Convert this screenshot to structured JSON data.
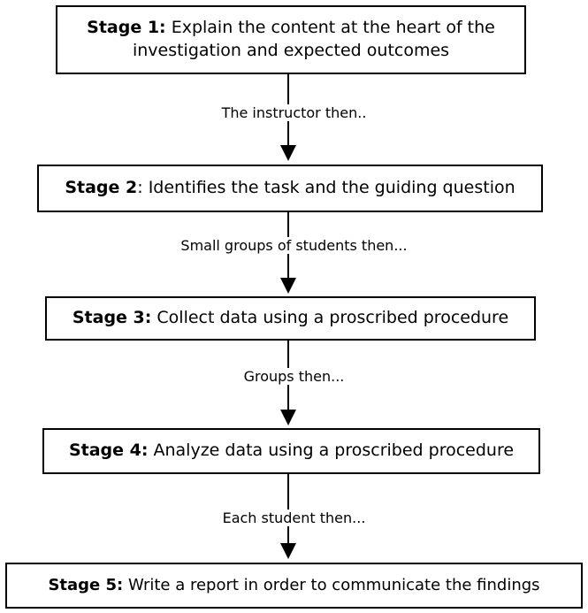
{
  "stages": [
    {
      "title": "Stage 1:",
      "text": " Explain the content at the heart of the investigation and expected outcomes"
    },
    {
      "title": "Stage 2",
      "text": ": Identifies the task and the guiding question"
    },
    {
      "title": "Stage 3:",
      "text": " Collect data using a proscribed procedure"
    },
    {
      "title": "Stage 4:",
      "text": " Analyze data using a proscribed procedure"
    },
    {
      "title": "Stage 5:",
      "text": " Write a report in order to communicate the findings"
    }
  ],
  "connectors": [
    {
      "label": "The instructor then.."
    },
    {
      "label": "Small groups of students then..."
    },
    {
      "label": "Groups then..."
    },
    {
      "label": "Each student then..."
    }
  ]
}
